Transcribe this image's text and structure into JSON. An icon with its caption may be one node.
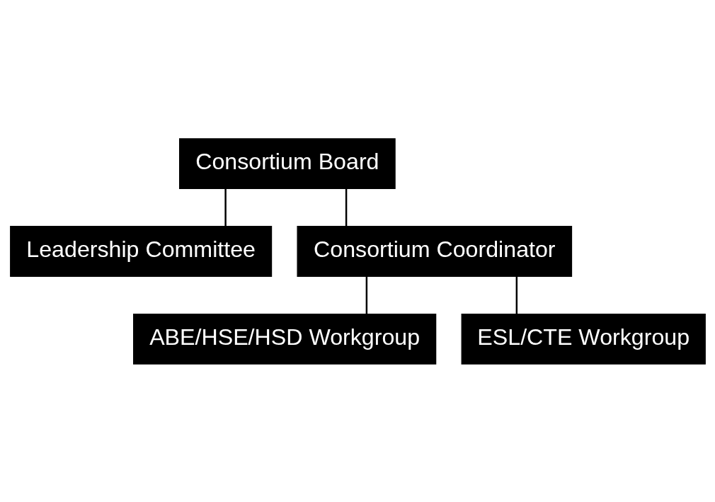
{
  "diagram": {
    "nodes": [
      {
        "text": [
          "Consortium Board"
        ]
      },
      {
        "text": [
          "Leadership Committee"
        ]
      },
      {
        "text": [
          "Consortium Coordinator"
        ]
      },
      {
        "text": [
          "ABE/HSE/HSD Workgroup"
        ]
      },
      {
        "text": [
          "ESL/CTE Workgroup"
        ]
      }
    ],
    "edges": [
      {
        "from": 0,
        "to": 1,
        "arrow": "none"
      },
      {
        "from": 0,
        "to": 2,
        "arrow": "none"
      },
      {
        "from": 2,
        "to": 3,
        "arrow": "none"
      },
      {
        "from": 2,
        "to": 4,
        "arrow": "none"
      }
    ]
  }
}
